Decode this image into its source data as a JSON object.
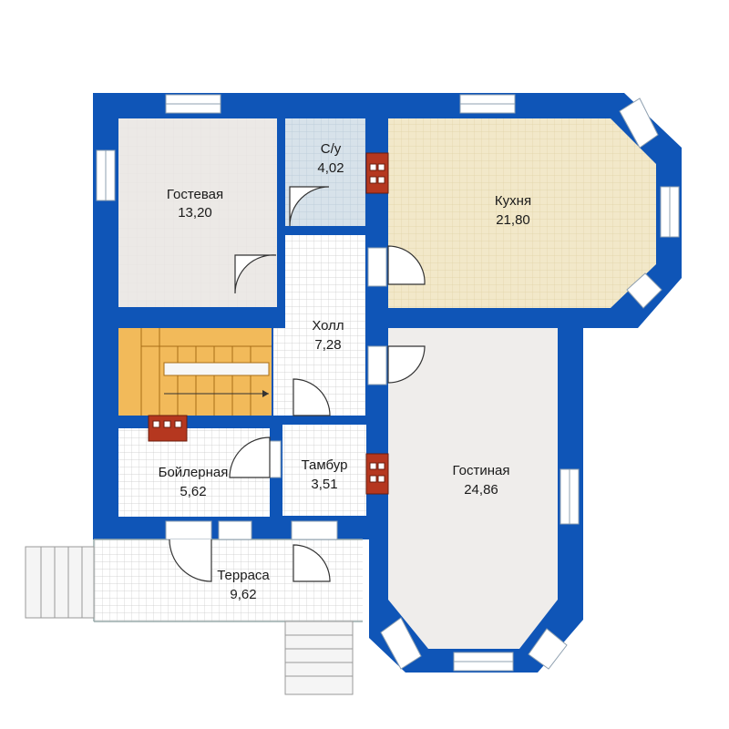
{
  "colors": {
    "wall": "#0f55b7",
    "wall_dark": "#0a3f8c",
    "grid_light": "#e8e8e8",
    "gostevaya": "#ece9e6",
    "su": "#d7e2ea",
    "kuhnya": "#f2e8c9",
    "stairs": "#f2ba5a",
    "gostinaya": "#efedeb",
    "terrace": "#ffffff",
    "chimney": "#b5371f"
  },
  "rooms": [
    {
      "id": "gostevaya",
      "name": "Гостевая",
      "area": "13,20"
    },
    {
      "id": "su",
      "name": "С/у",
      "area": "4,02"
    },
    {
      "id": "kuhnya",
      "name": "Кухня",
      "area": "21,80"
    },
    {
      "id": "holl",
      "name": "Холл",
      "area": "7,28"
    },
    {
      "id": "boilernaya",
      "name": "Бойлерная",
      "area": "5,62"
    },
    {
      "id": "tambur",
      "name": "Тамбур",
      "area": "3,51"
    },
    {
      "id": "gostinaya",
      "name": "Гостиная",
      "area": "24,86"
    },
    {
      "id": "terrasa",
      "name": "Терраса",
      "area": "9,62"
    }
  ]
}
